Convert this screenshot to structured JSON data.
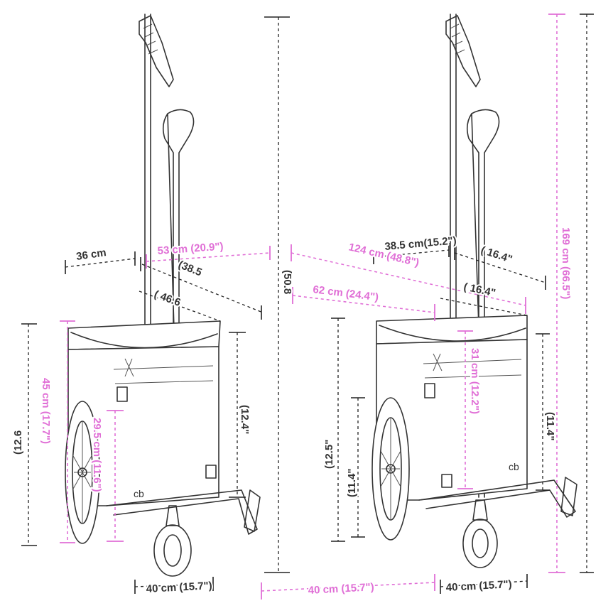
{
  "colors": {
    "dark": "#333333",
    "accent": "#e06fd6",
    "background": "#ffffff"
  },
  "dimensions": {
    "side_view": {
      "top_depth": "36 cm",
      "handle_length": "53 cm (20.9\")",
      "upper_width": "(38.5",
      "inner_width": "( 46.6",
      "body_height": "45 cm (17.7\")",
      "wheel_height": "29.5 cm (11.6\")",
      "inner_height": "(12.4\"",
      "leg_height": "(12.6",
      "bottom_width": "40 cm (15.7\")",
      "full_height": "(50.8"
    },
    "front_view": {
      "top_width": "38.5 cm(15.2\")",
      "total_length": "124 cm (48.8\")",
      "upper_depth": "( 16.4\"",
      "inner_depth": "( 16.4\"",
      "box_length": "62 cm (24.4\")",
      "box_height": "31 cm (12.2\")",
      "wheel_height": "(12.5\"",
      "side_height": "(11.4\"",
      "total_height": "169 cm (66.5\")",
      "right_height": "(11.4\"",
      "bottom_width": "40 cm (15.7\")",
      "bottom_right": "40 cm (15.7\")"
    }
  }
}
